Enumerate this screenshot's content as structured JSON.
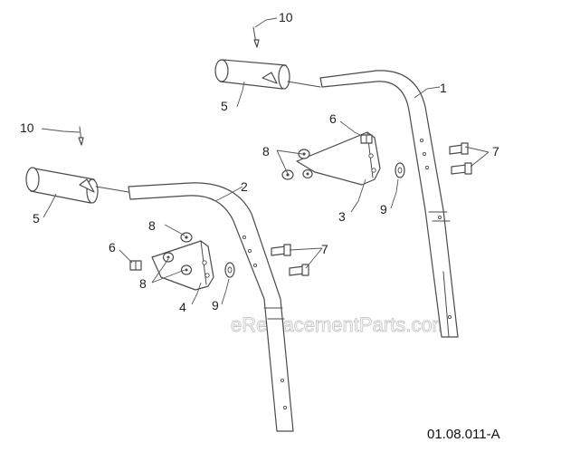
{
  "diagram": {
    "figure_code": "01.08.011-A",
    "watermark": "eReplacementParts.com",
    "callouts": [
      {
        "id": "c1",
        "label": "1"
      },
      {
        "id": "c2",
        "label": "2"
      },
      {
        "id": "c3",
        "label": "3"
      },
      {
        "id": "c4",
        "label": "4"
      },
      {
        "id": "c5a",
        "label": "5"
      },
      {
        "id": "c5b",
        "label": "5"
      },
      {
        "id": "c6a",
        "label": "6"
      },
      {
        "id": "c6b",
        "label": "6"
      },
      {
        "id": "c7a",
        "label": "7"
      },
      {
        "id": "c7b",
        "label": "7"
      },
      {
        "id": "c8a",
        "label": "8"
      },
      {
        "id": "c8b",
        "label": "8"
      },
      {
        "id": "c8c",
        "label": "8"
      },
      {
        "id": "c9a",
        "label": "9"
      },
      {
        "id": "c9b",
        "label": "9"
      },
      {
        "id": "c10a",
        "label": "10"
      },
      {
        "id": "c10b",
        "label": "10"
      }
    ]
  }
}
